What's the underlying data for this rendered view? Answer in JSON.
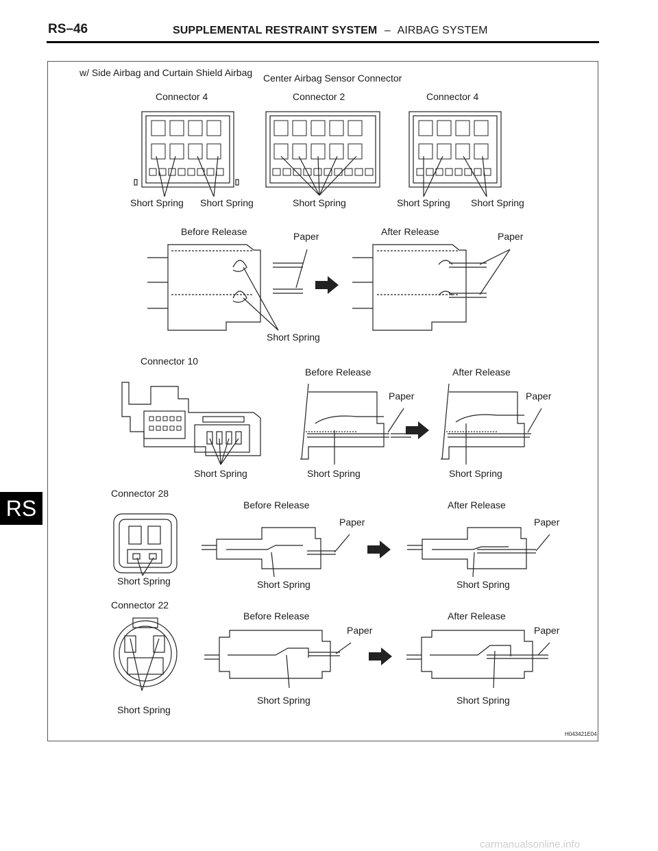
{
  "header": {
    "page_number": "RS–46",
    "section": "SUPPLEMENTAL RESTRAINT SYSTEM",
    "separator": "–",
    "subsection": "AIRBAG SYSTEM"
  },
  "side_tab": "RS",
  "figure": {
    "condition": "w/ Side Airbag and Curtain Shield Airbag",
    "sensor_connector": "Center Airbag Sensor Connector",
    "connector_4": "Connector 4",
    "connector_2": "Connector 2",
    "connector_10": "Connector 10",
    "connector_28": "Connector 28",
    "connector_22": "Connector 22",
    "short_spring": "Short Spring",
    "paper": "Paper",
    "before_release": "Before Release",
    "after_release": "After Release",
    "code": "H043421E04"
  },
  "watermark": "carmanualsonline.info"
}
